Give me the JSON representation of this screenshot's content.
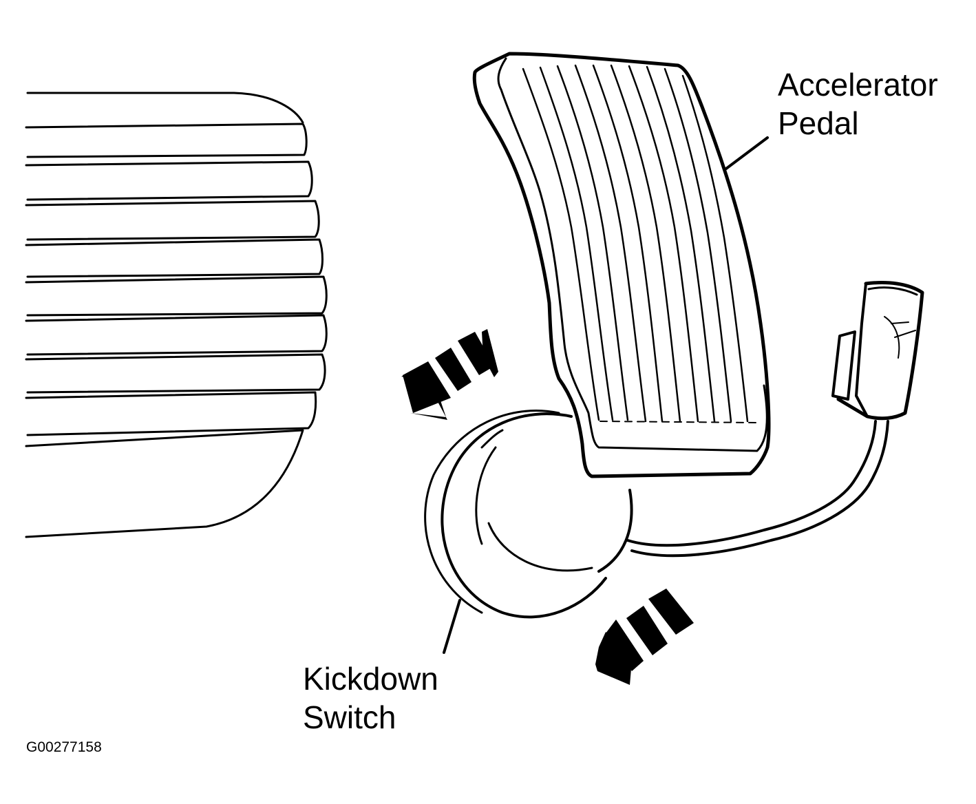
{
  "labels": {
    "accelerator_pedal": [
      "Accelerator",
      "Pedal"
    ],
    "kickdown_switch": [
      "Kickdown",
      "Switch"
    ]
  },
  "figure_id": "G00277158",
  "colors": {
    "ink": "#000000",
    "paper": "#ffffff"
  }
}
